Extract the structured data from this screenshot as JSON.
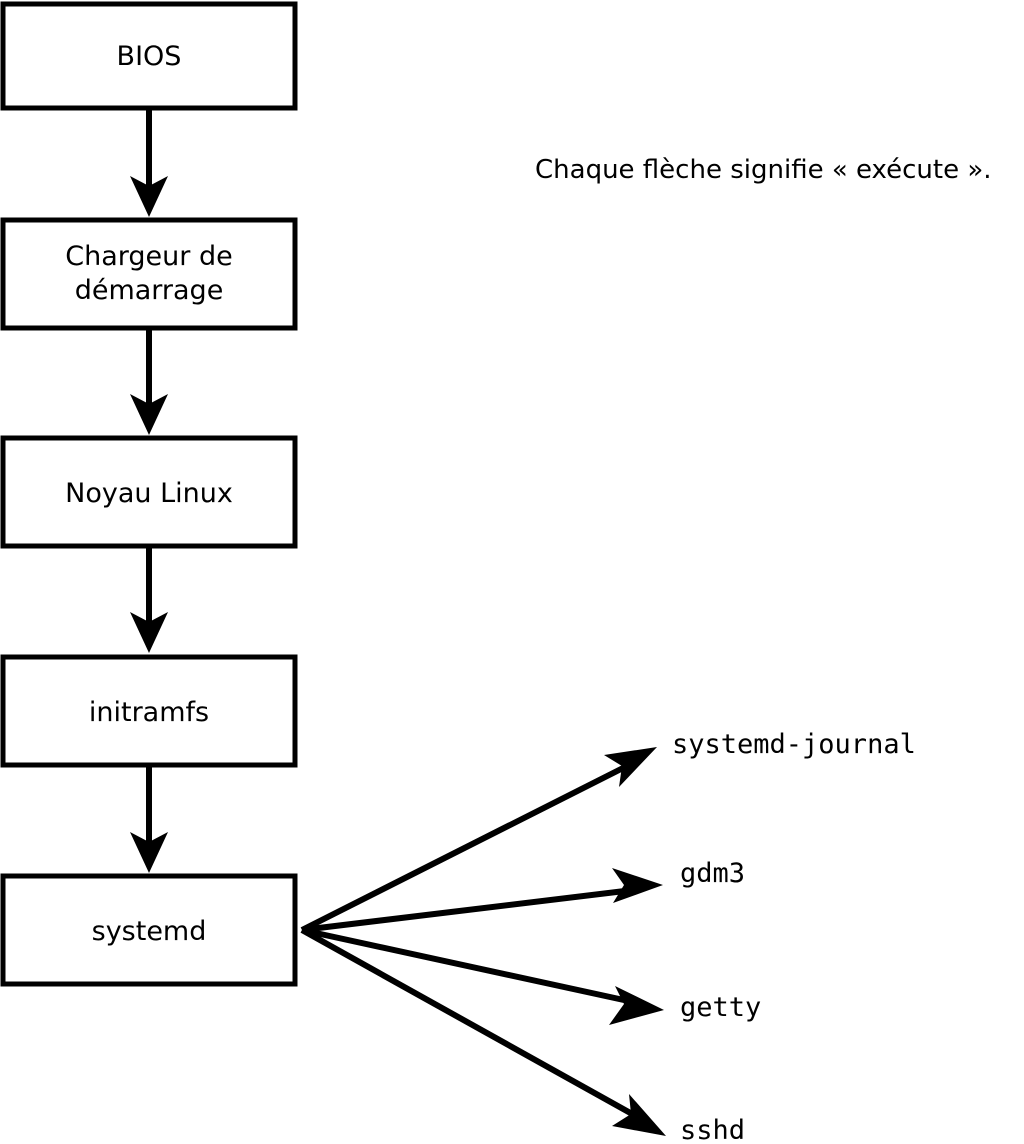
{
  "diagram": {
    "title_caption": "Chaque flèche signifie « exécute ».",
    "boxes": [
      {
        "id": "bios",
        "label": "BIOS",
        "lines": [
          "BIOS"
        ]
      },
      {
        "id": "bootloader",
        "label": "Chargeur de démarrage",
        "lines": [
          "Chargeur de",
          "démarrage"
        ]
      },
      {
        "id": "kernel",
        "label": "Noyau Linux",
        "lines": [
          "Noyau Linux"
        ]
      },
      {
        "id": "initramfs",
        "label": "initramfs",
        "lines": [
          "initramfs"
        ]
      },
      {
        "id": "systemd",
        "label": "systemd",
        "lines": [
          "systemd"
        ]
      }
    ],
    "services": [
      {
        "id": "systemd-journal",
        "label": "systemd-journal"
      },
      {
        "id": "gdm3",
        "label": "gdm3"
      },
      {
        "id": "getty",
        "label": "getty"
      },
      {
        "id": "sshd",
        "label": "sshd"
      }
    ],
    "edges": [
      {
        "from": "bios",
        "to": "bootloader",
        "meaning": "exécute"
      },
      {
        "from": "bootloader",
        "to": "kernel",
        "meaning": "exécute"
      },
      {
        "from": "kernel",
        "to": "initramfs",
        "meaning": "exécute"
      },
      {
        "from": "initramfs",
        "to": "systemd",
        "meaning": "exécute"
      },
      {
        "from": "systemd",
        "to": "systemd-journal",
        "meaning": "exécute"
      },
      {
        "from": "systemd",
        "to": "gdm3",
        "meaning": "exécute"
      },
      {
        "from": "systemd",
        "to": "getty",
        "meaning": "exécute"
      },
      {
        "from": "systemd",
        "to": "sshd",
        "meaning": "exécute"
      }
    ],
    "colors": {
      "stroke": "#000000",
      "fill": "#ffffff",
      "background": "#ffffff"
    }
  }
}
